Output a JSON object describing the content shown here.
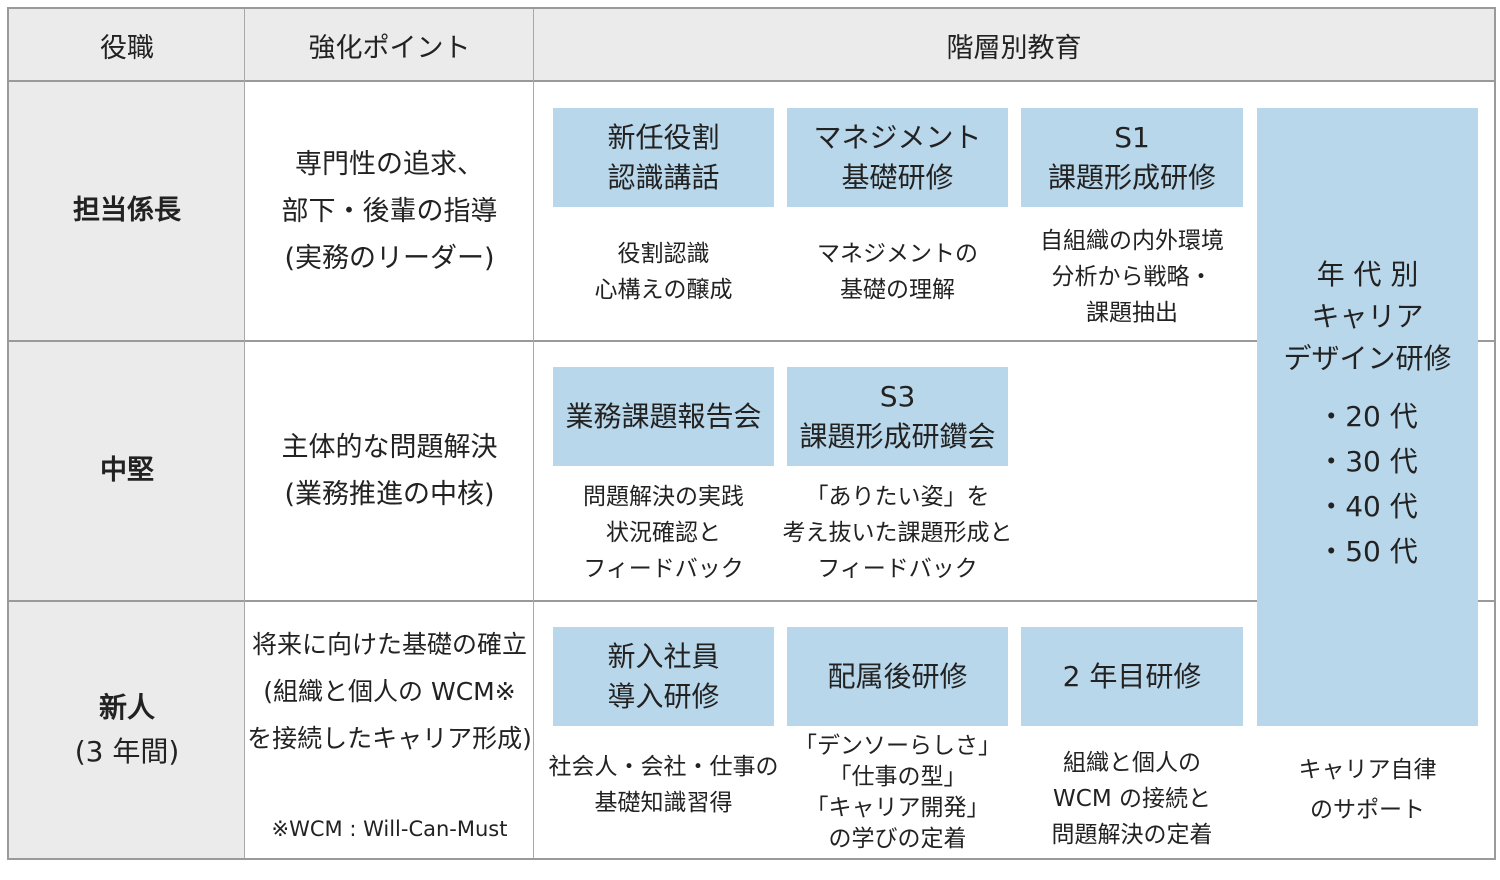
{
  "header": {
    "role": "役職",
    "focus": "強化ポイント",
    "education": "階層別教育"
  },
  "rows": [
    {
      "role_lines": [
        "担当係長"
      ],
      "focus_lines": [
        "専門性の追求、",
        "部下・後輩の指導",
        "(実務のリーダー)"
      ],
      "programs": [
        {
          "title_lines": [
            "新任役割",
            "認識講話"
          ],
          "desc_lines": [
            "役割認識",
            "心構えの醸成"
          ]
        },
        {
          "title_lines": [
            "マネジメント",
            "基礎研修"
          ],
          "desc_lines": [
            "マネジメントの",
            "基礎の理解"
          ]
        },
        {
          "title_lines": [
            "S1",
            "課題形成研修"
          ],
          "desc_lines": [
            "自組織の内外環境",
            "分析から戦略・",
            "課題抽出"
          ]
        }
      ]
    },
    {
      "role_lines": [
        "中堅"
      ],
      "focus_lines": [
        "主体的な問題解決",
        "(業務推進の中核)"
      ],
      "programs": [
        {
          "title_lines": [
            "業務課題報告会"
          ],
          "desc_lines": [
            "問題解決の実践",
            "状況確認と",
            "フィードバック"
          ]
        },
        {
          "title_lines": [
            "S3",
            "課題形成研鑽会"
          ],
          "desc_lines": [
            "「ありたい姿」を",
            "考え抜いた課題形成と",
            "フィードバック"
          ]
        }
      ]
    },
    {
      "role_lines": [
        "新人",
        "(3 年間)"
      ],
      "focus_lines": [
        "将来に向けた基礎の確立",
        "(組織と個人の WCM※",
        "を接続したキャリア形成)"
      ],
      "focus_note": "※WCM : Will-Can-Must",
      "programs": [
        {
          "title_lines": [
            "新入社員",
            "導入研修"
          ],
          "desc_lines": [
            "社会人・会社・仕事の",
            "基礎知識習得"
          ]
        },
        {
          "title_lines": [
            "配属後研修"
          ],
          "desc_lines": [
            "「デンソーらしさ」",
            "「仕事の型」",
            "「キャリア開発」",
            "の学びの定着"
          ]
        },
        {
          "title_lines": [
            "2 年目研修"
          ],
          "desc_lines": [
            "組織と個人の",
            "WCM の接続と",
            "問題解決の定着"
          ]
        }
      ]
    }
  ],
  "career_program": {
    "title_lines": [
      "年 代 別",
      "キャリア",
      "デザイン研修"
    ],
    "age_lines": [
      "・20 代",
      "・30 代",
      "・40 代",
      "・50 代"
    ],
    "desc_lines": [
      "キャリア自律",
      "のサポート"
    ]
  },
  "colors": {
    "program_box": "#b9d7ea",
    "header_bg": "#ebebeb",
    "border": "#9a9a9a"
  }
}
